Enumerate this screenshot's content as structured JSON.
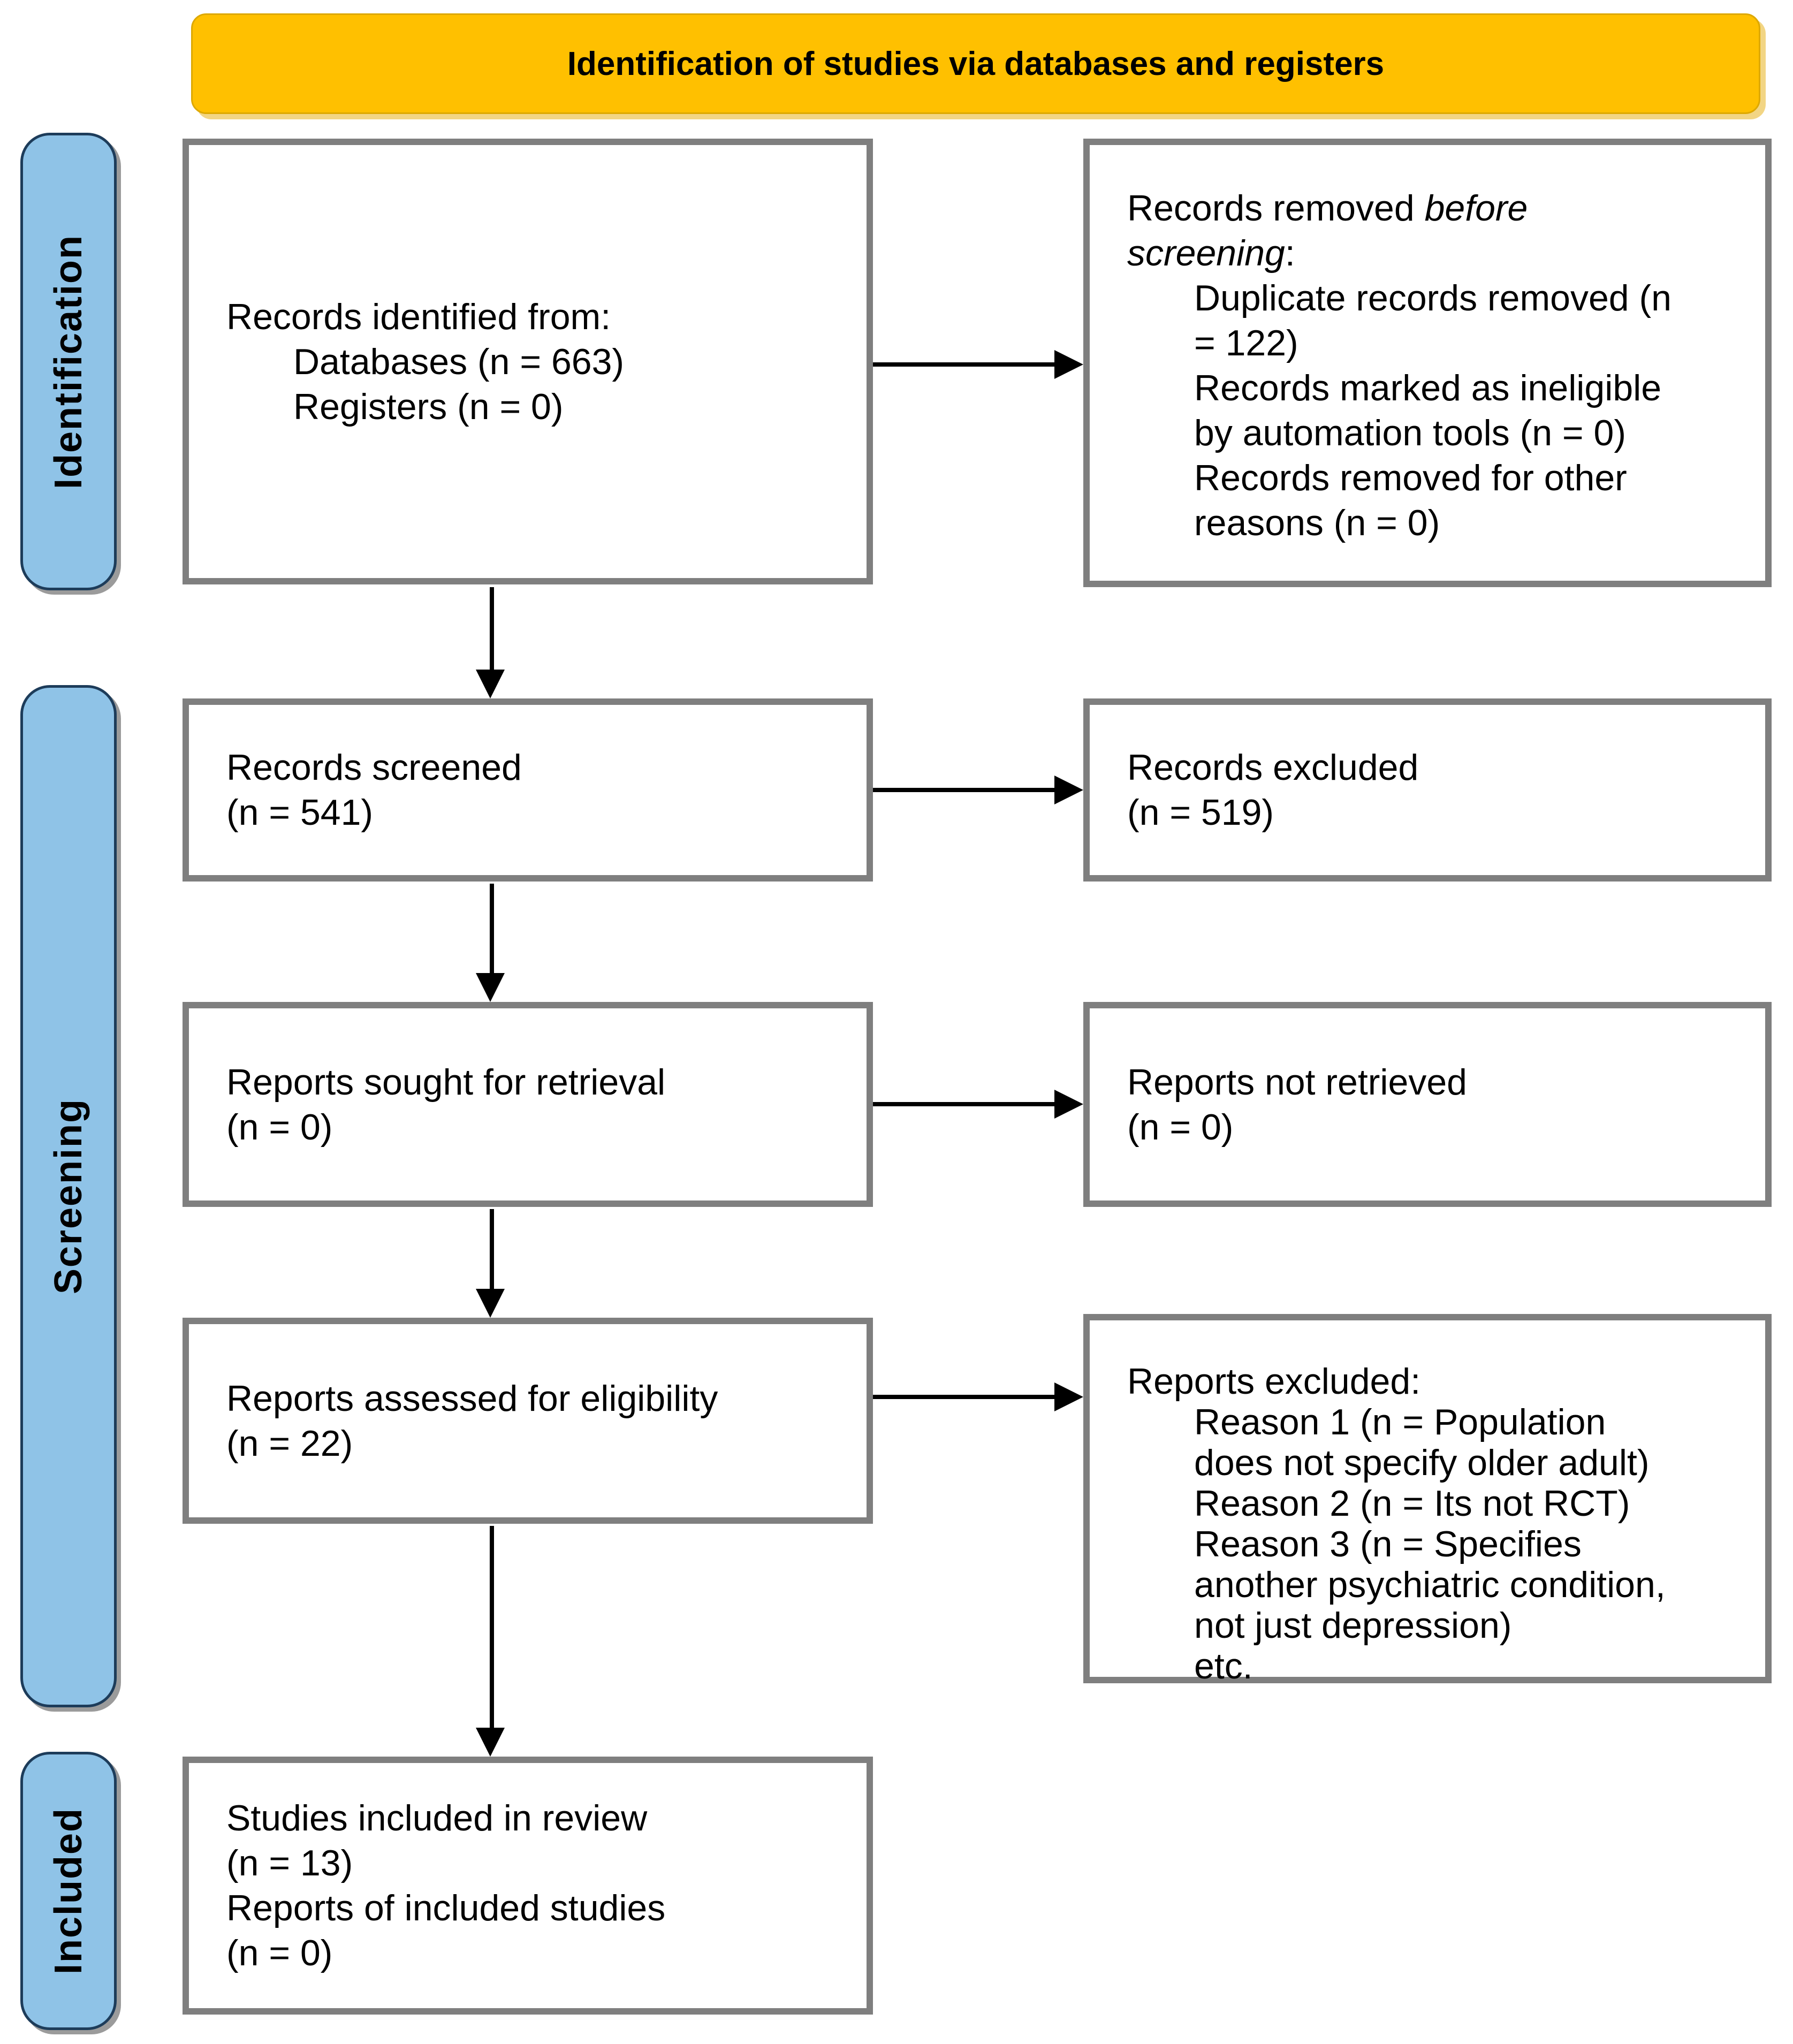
{
  "banner": {
    "label": "Identification of studies via databases and registers"
  },
  "stages": {
    "identification": "Identification",
    "screening": "Screening",
    "included": "Included"
  },
  "boxes": {
    "records_identified": {
      "lines": [
        "Records identified from:",
        "Databases (n = 663)",
        "Registers (n = 0)"
      ]
    },
    "records_removed": {
      "intro_normal": "Records removed ",
      "intro_italic": "before screening",
      "intro_colon": ":",
      "items": [
        "Duplicate records removed (n = 122)",
        "Records marked as ineligible by automation tools (n = 0)",
        "Records removed for other reasons (n = 0)"
      ]
    },
    "records_screened": {
      "lines": [
        "Records screened",
        "(n = 541)"
      ]
    },
    "records_excluded": {
      "lines": [
        "Records excluded",
        "(n = 519)"
      ]
    },
    "reports_sought": {
      "lines": [
        "Reports sought for retrieval",
        "(n = 0)"
      ]
    },
    "reports_not_retrieved": {
      "lines": [
        "Reports not retrieved",
        "(n = 0)"
      ]
    },
    "reports_assessed": {
      "lines": [
        "Reports assessed for eligibility",
        "(n = 22)"
      ]
    },
    "reports_excluded": {
      "title": "Reports excluded:",
      "items": [
        "Reason 1 (n = Population does not specify older adult)",
        "Reason 2 (n = Its not RCT)",
        "Reason 3 (n = Specifies another psychiatric condition, not just depression)",
        "etc."
      ]
    },
    "studies_included": {
      "lines": [
        "Studies included in review",
        "(n = 13)",
        "Reports of included studies",
        "(n = 0)"
      ]
    }
  },
  "colors": {
    "banner_bg": "#FFC000",
    "stage_bg": "#8FC3E7",
    "stage_border": "#1D3C5A",
    "box_border": "#7F7F7F",
    "arrow": "#000000"
  }
}
